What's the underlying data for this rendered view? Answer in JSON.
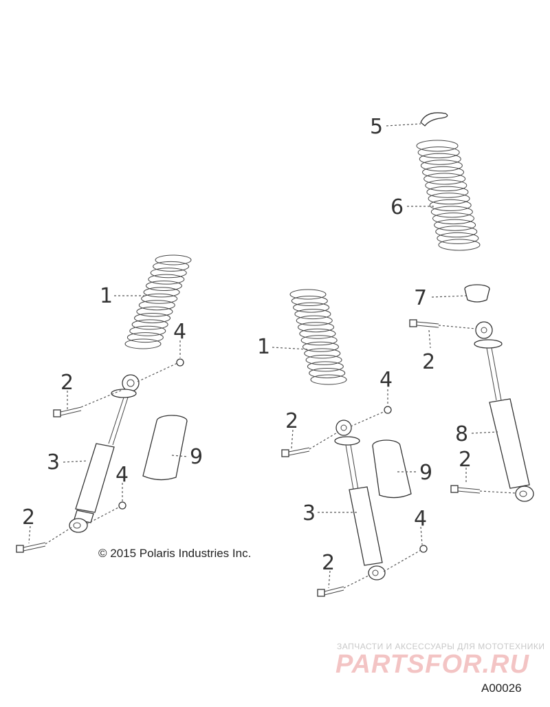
{
  "callouts": {
    "c1a": "1",
    "c1b": "1",
    "c2a": "2",
    "c2b": "2",
    "c2c": "2",
    "c2d": "2",
    "c2e": "2",
    "c2f": "2",
    "c3a": "3",
    "c3b": "3",
    "c4a": "4",
    "c4b": "4",
    "c4c": "4",
    "c4d": "4",
    "c5": "5",
    "c6": "6",
    "c7": "7",
    "c8": "8",
    "c9a": "9",
    "c9b": "9"
  },
  "copyright": "© 2015 Polaris Industries Inc.",
  "watermark": {
    "tagline": "ЗАПЧАСТИ И АКСЕССУАРЫ ДЛЯ МОТОТЕХНИКИ",
    "brand": "PARTSFOR.RU"
  },
  "figure_code": "A00026",
  "colors": {
    "line": "#333333",
    "watermark": "#f3c4c4"
  }
}
